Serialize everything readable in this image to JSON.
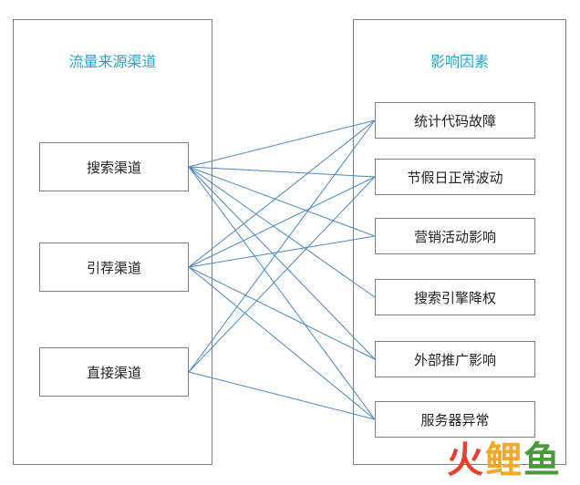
{
  "left_panel": {
    "title": "流量来源渠道",
    "sources": [
      "搜索渠道",
      "引荐渠道",
      "直接渠道"
    ]
  },
  "right_panel": {
    "title": "影响因素",
    "factors": [
      "统计代码故障",
      "节假日正常波动",
      "营销活动影响",
      "搜索引擎降权",
      "外部推广影响",
      "服务器异常"
    ]
  },
  "connections": [
    [
      0,
      0
    ],
    [
      0,
      1
    ],
    [
      0,
      2
    ],
    [
      0,
      3
    ],
    [
      0,
      4
    ],
    [
      0,
      5
    ],
    [
      1,
      0
    ],
    [
      1,
      1
    ],
    [
      1,
      2
    ],
    [
      1,
      4
    ],
    [
      1,
      5
    ],
    [
      2,
      0
    ],
    [
      2,
      1
    ],
    [
      2,
      5
    ]
  ],
  "colors": {
    "title": "#29a3c9",
    "line": "#4a86c5",
    "border": "#7f7f7f"
  },
  "watermark": {
    "chars": [
      "火",
      "鲤",
      "鱼"
    ],
    "colors": [
      "#e8402a",
      "#f4a72a",
      "#4a9a3c"
    ]
  }
}
